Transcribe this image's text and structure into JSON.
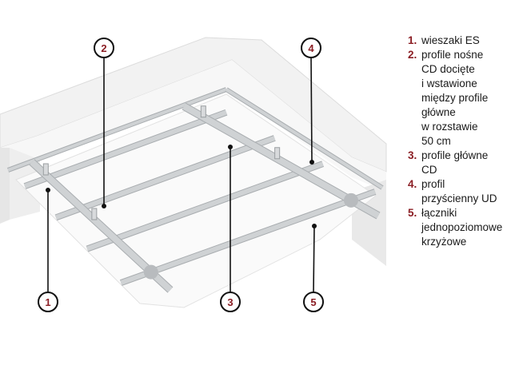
{
  "callouts": [
    "1",
    "2",
    "3",
    "4",
    "5"
  ],
  "legend": [
    {
      "number": "1.",
      "text": "wieszaki ES"
    },
    {
      "number": "2.",
      "text": "profile nośne\nCD docięte\ni wstawione\nmiędzy profile\ngłówne\nw rozstawie\n50 cm"
    },
    {
      "number": "3.",
      "text": "profile główne\nCD"
    },
    {
      "number": "4.",
      "text": "profil\nprzyścienny UD"
    },
    {
      "number": "5.",
      "text": "łączniki\njednopoziomowe\nkrzyżowe"
    }
  ],
  "colors": {
    "accent": "#8b1e24",
    "wall": "#ececec",
    "profile": "#cfd2d4"
  }
}
